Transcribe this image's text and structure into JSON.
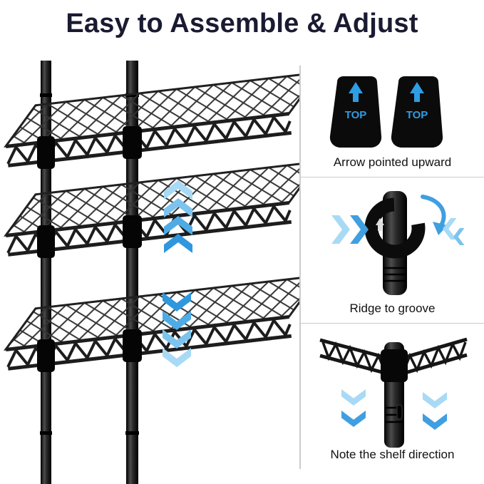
{
  "title": "Easy to Assemble & Adjust",
  "colors": {
    "accent_blue": "#2f9de2",
    "accent_blue_light": "#a8daf5",
    "title_color": "#1a1a32",
    "shelf_black": "#1d1d1d",
    "divider_gray": "#cccccc"
  },
  "shelf_unit": {
    "description": "3-tier black wire shelving unit",
    "adjust_arrows": {
      "up_count": 4,
      "down_count": 4
    }
  },
  "icons": {
    "up_arrows": "up-chevrons-icon",
    "down_arrows": "down-chevrons-icon",
    "sleeve": "pole-sleeve-icon",
    "clip": "shelf-clip-icon",
    "corner": "shelf-corner-icon"
  },
  "panels": [
    {
      "id": "arrow-upward",
      "caption": "Arrow pointed upward",
      "sleeve_label": "TOP"
    },
    {
      "id": "ridge-to-groove",
      "caption": "Ridge to groove"
    },
    {
      "id": "shelf-direction",
      "caption": "Note the shelf direction"
    }
  ]
}
